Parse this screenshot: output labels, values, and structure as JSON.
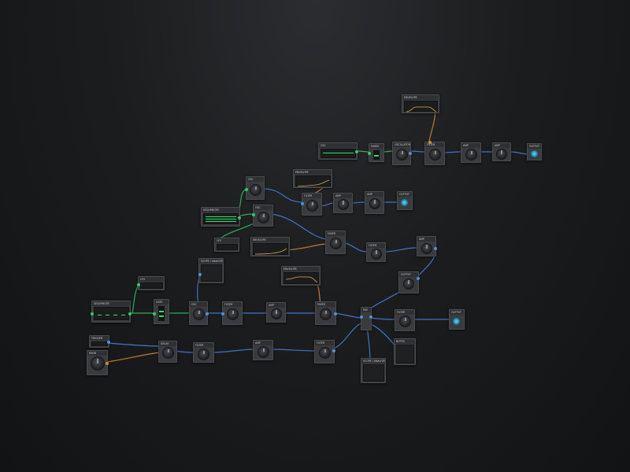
{
  "canvas": {
    "background": "#1c1d1f",
    "wire_colors": {
      "audio": "#3f74c4",
      "signal": "#2fae5a",
      "modulation": "#c47a34"
    }
  },
  "nodes": {
    "env_top": "ENVELOPE",
    "osc_top": "OSC",
    "mixer_top": "MIXER",
    "osc2_top": "OSCILLATOR",
    "filter_top": "FILTER",
    "amp_top": "AMP",
    "output_top": "OUTPUT",
    "env_mid": "ENVELOPE",
    "osc_a": "OSC",
    "osc_b": "OSC",
    "seq_mid": "SEQUENCER",
    "filter_mid": "FILTER",
    "amp_mid": "AMP",
    "out_mid": "OUTPUT",
    "lfo_mid": "LFO",
    "env_mid2": "ENVELOPE",
    "mix_mid2": "MIXER",
    "filter_mid2": "FILTER",
    "amp_mid2": "AMP",
    "out_mid2": "OUTPUT",
    "lfo_low": "LFO",
    "scope_low": "SCOPE / ANALYZER",
    "env_low": "ENVELOPE",
    "seq_low": "SEQUENCER",
    "gate_low": "GATE",
    "osc_low": "OSC",
    "filter_low": "FILTER",
    "amp_low": "AMP",
    "mixer_low": "MIXER",
    "merge": "MIX",
    "filter_right": "FILTER",
    "out_right": "OUTPUT",
    "notes": "NOTES",
    "scope_bottom": "SCOPE / ANALYZER",
    "trig": "TRIGGER",
    "knob_low": "KNOB",
    "delay": "DELAY",
    "filter_b": "FILTER",
    "amp_b": "AMP",
    "filter_b2": "FILTER"
  }
}
